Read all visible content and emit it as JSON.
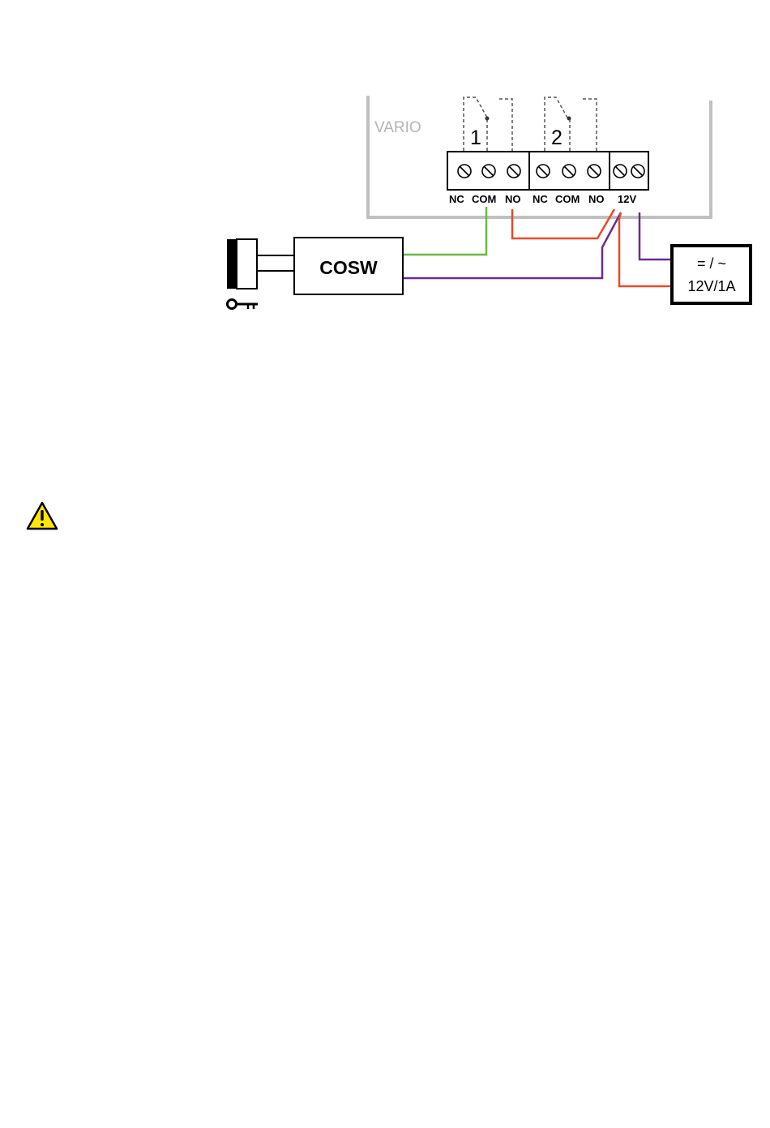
{
  "device": {
    "label": "VARIO"
  },
  "relays": [
    {
      "number": "1",
      "terminals": [
        "NC",
        "COM",
        "NO"
      ]
    },
    {
      "number": "2",
      "terminals": [
        "NC",
        "COM",
        "NO"
      ]
    }
  ],
  "power_terminal": {
    "label": "12V"
  },
  "lock_controller": {
    "label": "COSW"
  },
  "power_supply": {
    "line1": "= / ~",
    "line2": "12V/1A"
  },
  "wire_colors": {
    "green": "#6ab845",
    "red": "#e54a2a",
    "purple": "#6b2c8c"
  },
  "warning": {
    "icon": "warning-icon",
    "color": "#ffe600"
  }
}
